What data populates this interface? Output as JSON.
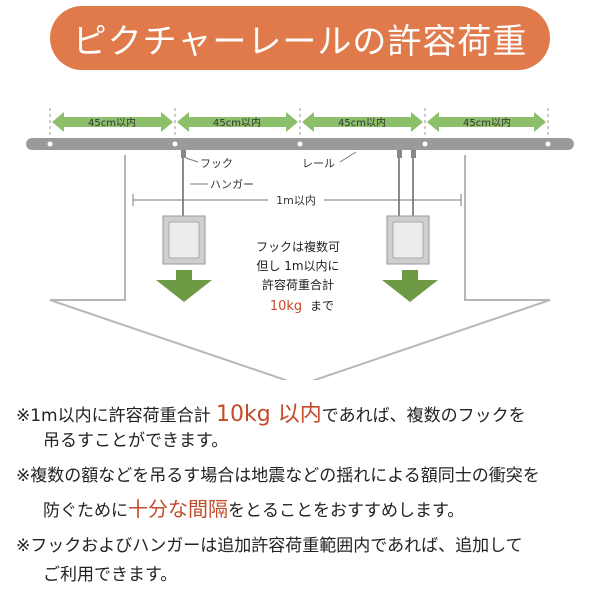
{
  "title": "ピクチャーレールの許容荷重",
  "diagram": {
    "spacing_labels": [
      "45cm以内",
      "45cm以内",
      "45cm以内",
      "45cm以内"
    ],
    "hook_label": "フック",
    "rail_label": "レール",
    "hanger_label": "ハンガー",
    "span_label": "1m以内",
    "center_note": {
      "line1": "フックは複数可",
      "line2": "但し 1m以内に",
      "line3": "許容荷重合計",
      "weight": "10kg",
      "suffix": "まで"
    },
    "colors": {
      "rail": "#9a9a9a",
      "arrow_green": "#6f9a45",
      "spacing_green": "#8cbf6a",
      "accent": "#e07a4b",
      "highlight": "#c24b2a"
    }
  },
  "notes": {
    "n1_prefix": "※1m以内に許容荷重合計 ",
    "n1_highlight": "10kg 以内",
    "n1_suffix": "であれば、複数のフックを",
    "n1_line2": "吊るすことができます。",
    "n2_line1": "※複数の額などを吊るす場合は地震などの揺れによる額同士の衝突を",
    "n2_prefix": "防ぐために",
    "n2_highlight": "十分な間隔",
    "n2_suffix": "をとることをおすすめします。",
    "n3_line1": "※フックおよびハンガーは追加許容荷重範囲内であれば、追加して",
    "n3_line2": "ご利用できます。"
  }
}
